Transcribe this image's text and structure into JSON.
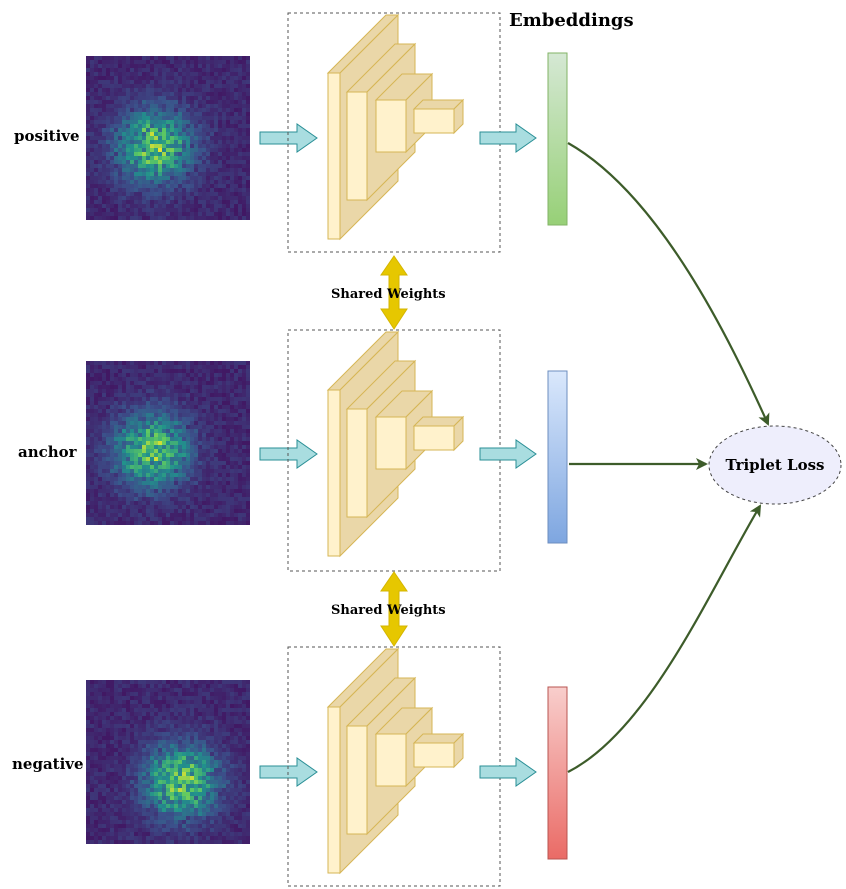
{
  "title": "Embeddings",
  "shared_weights_label": "Shared Weights",
  "loss_label": "Triplet Loss",
  "colors": {
    "image_bg": "#3b0f6f",
    "arrow_fill": "#a9dde0",
    "arrow_stroke": "#2a8f96",
    "cnn_front": "#fff2cc",
    "cnn_side": "#ead7a8",
    "cnn_stroke": "#d6b656",
    "shared_arrow": "#e6c700",
    "connector": "#3d5c2a",
    "loss_fill": "#eeeefc"
  },
  "rows": [
    {
      "label": "positive",
      "embedding_top": "#d5e8d4",
      "embedding_bottom": "#97d077",
      "embedding_stroke": "#82b366"
    },
    {
      "label": "anchor",
      "embedding_top": "#dae8fc",
      "embedding_bottom": "#7ea6e0",
      "embedding_stroke": "#6c8ebf"
    },
    {
      "label": "negative",
      "embedding_top": "#f8cecc",
      "embedding_bottom": "#ea6b66",
      "embedding_stroke": "#b85450"
    }
  ]
}
